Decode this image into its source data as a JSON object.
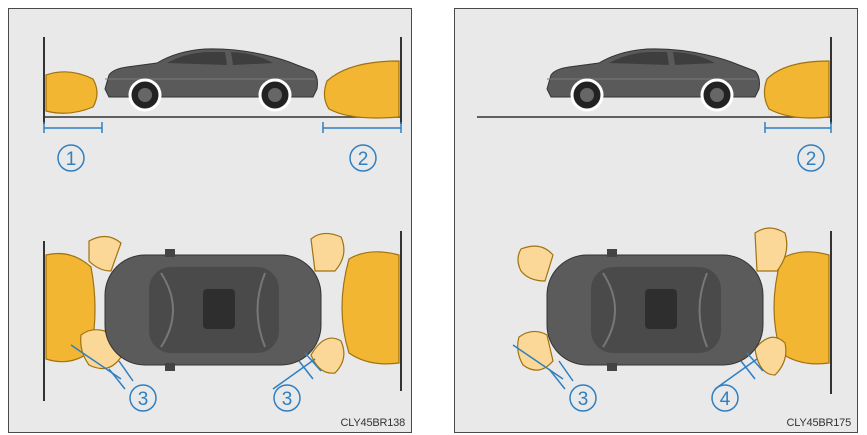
{
  "left_panel": {
    "code": "CLY45BR138",
    "markers": {
      "m1": "1",
      "m2": "2",
      "m3a": "3",
      "m3b": "3"
    }
  },
  "right_panel": {
    "code": "CLY45BR175",
    "markers": {
      "m2": "2",
      "m3": "3",
      "m4": "4"
    }
  },
  "colors": {
    "panel_bg": "#e9e9e9",
    "sensor_range_main": "#f2b632",
    "sensor_range_corner": "#fbd898",
    "dimension_lines": "#2f7fc1",
    "car_body": "#5a5a5a"
  },
  "icons": [
    "car-side-view-icon",
    "car-top-view-icon",
    "dimension-arrow-icon"
  ]
}
